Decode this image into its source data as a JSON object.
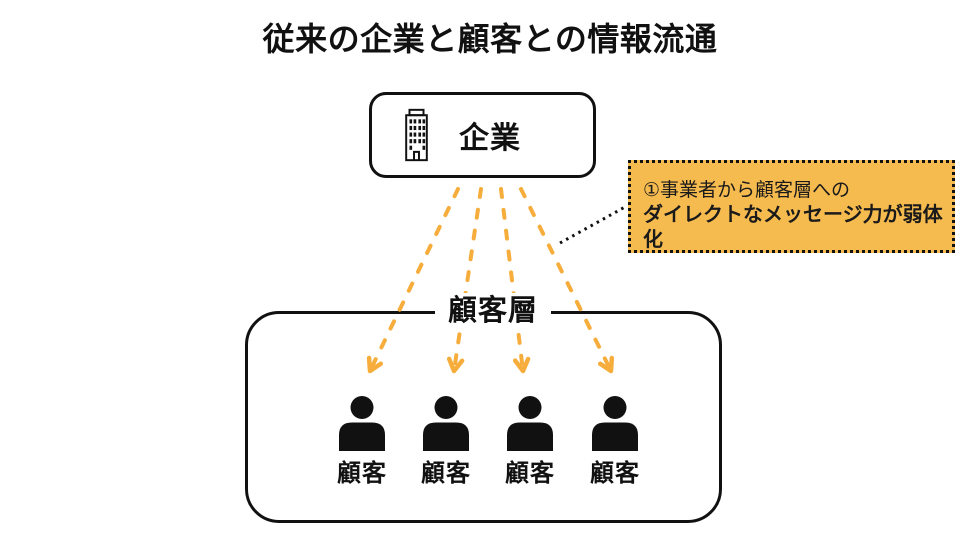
{
  "title": "従来の企業と顧客との情報流通",
  "company": {
    "label": "企業",
    "icon": "building-icon"
  },
  "callout": {
    "line1": "①事業者から顧客層への",
    "line2": "ダイレクトなメッセージ力が弱体化"
  },
  "customer_group": {
    "label": "顧客層",
    "customers": [
      {
        "label": "顧客",
        "icon": "person-icon"
      },
      {
        "label": "顧客",
        "icon": "person-icon"
      },
      {
        "label": "顧客",
        "icon": "person-icon"
      },
      {
        "label": "顧客",
        "icon": "person-icon"
      }
    ]
  },
  "flow": {
    "arrow_count": 4
  },
  "colors": {
    "arrow": "#F6AD3C",
    "callout_bg": "#F6BB4F",
    "outline": "#111111",
    "background": "#FFFFFF"
  }
}
